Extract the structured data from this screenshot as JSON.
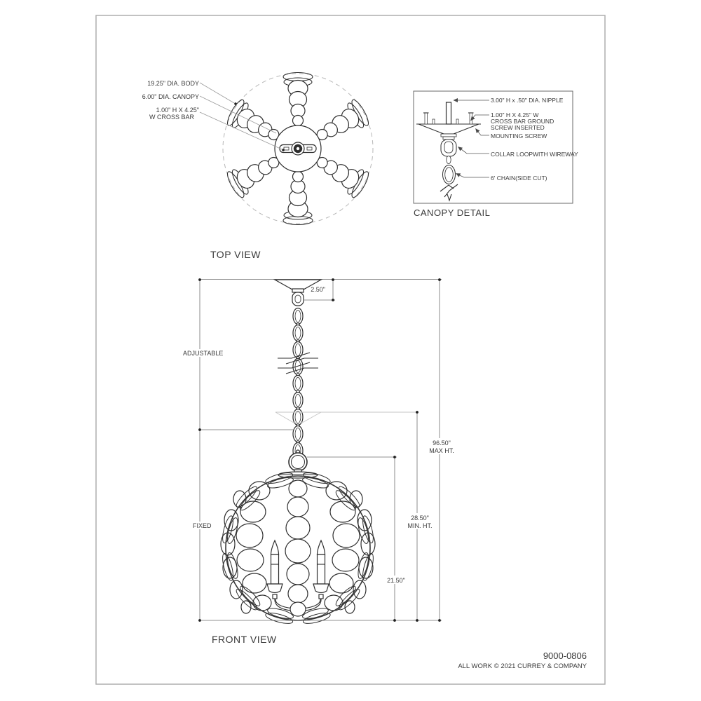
{
  "page": {
    "part_number": "9000-0806",
    "copyright": "ALL WORK © 2021 CURREY & COMPANY"
  },
  "top_view": {
    "title": "TOP VIEW",
    "labels": {
      "body": "19.25\" DIA. BODY",
      "canopy": "6.00\" DIA. CANOPY",
      "crossbar_l1": "1.00\" H X 4.25\"",
      "crossbar_l2": "W CROSS BAR"
    }
  },
  "canopy_detail": {
    "title": "CANOPY DETAIL",
    "labels": {
      "nipple": "3.00\" H x .50\" DIA. NIPPLE",
      "crossbar_l1": "1.00\" H X 4.25\" W",
      "crossbar_l2": "CROSS BAR GROUND",
      "crossbar_l3": "SCREW INSERTED",
      "mounting_screw": "MOUNTING SCREW",
      "collar_loop": "COLLAR LOOPWITH WIREWAY",
      "chain": "6' CHAIN(SIDE CUT)"
    }
  },
  "front_view": {
    "title": "FRONT VIEW",
    "dimensions": {
      "canopy_height": "2.50\"",
      "adjustable": "ADJUSTABLE",
      "fixed": "FIXED",
      "max_height_l1": "96.50\"",
      "max_height_l2": "MAX HT.",
      "min_height_l1": "28.50\"",
      "min_height_l2": "MIN. HT.",
      "body_height": "21.50\""
    }
  },
  "colors": {
    "line": "#2e2e2e",
    "dimension": "#6e6e6e",
    "ghost": "#c6c6c6",
    "border": "#a9a9a9"
  }
}
